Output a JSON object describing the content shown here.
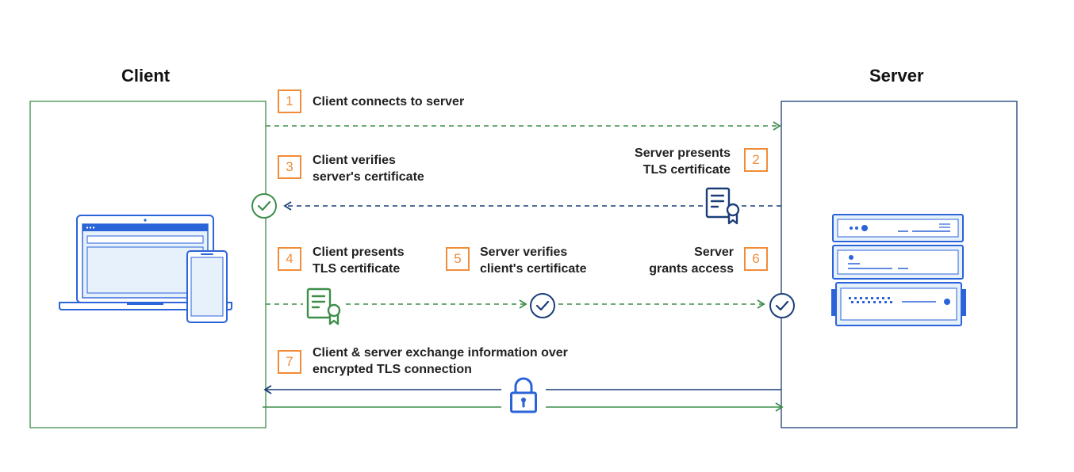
{
  "titles": {
    "client": "Client",
    "server": "Server"
  },
  "steps": [
    {
      "number": "1",
      "lines": [
        "Client connects to server"
      ]
    },
    {
      "number": "2",
      "lines": [
        "Server presents",
        "TLS certificate"
      ]
    },
    {
      "number": "3",
      "lines": [
        "Client verifies",
        "server's certificate"
      ]
    },
    {
      "number": "4",
      "lines": [
        "Client presents",
        "TLS certificate"
      ]
    },
    {
      "number": "5",
      "lines": [
        "Server verifies",
        "client's certificate"
      ]
    },
    {
      "number": "6",
      "lines": [
        "Server",
        "grants access"
      ]
    },
    {
      "number": "7",
      "lines": [
        "Client & server exchange information over",
        "encrypted TLS connection"
      ]
    }
  ],
  "icons": [
    "laptop-icon",
    "phone-icon",
    "server-rack-icon",
    "certificate-icon",
    "check-circle-icon",
    "padlock-icon",
    "arrow-icon"
  ],
  "colors": {
    "client_green": "#3e8e4a",
    "server_navy": "#1b3e7a",
    "step_orange": "#f28c38",
    "device_blue": "#2b63d9",
    "device_fill": "#e6f1fb"
  }
}
